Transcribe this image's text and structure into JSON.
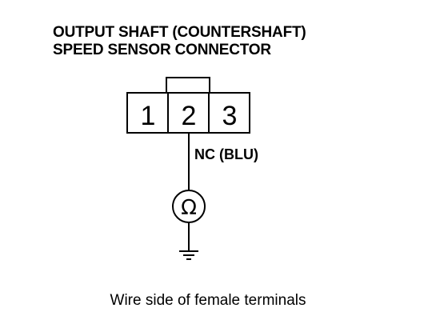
{
  "title": {
    "line1": "OUTPUT SHAFT (COUNTERSHAFT)",
    "line2": "SPEED SENSOR CONNECTOR"
  },
  "connector": {
    "pins": [
      "1",
      "2",
      "3"
    ]
  },
  "wire": {
    "label": "NC (BLU)"
  },
  "meter": {
    "symbol": "Ω"
  },
  "caption": "Wire side of female terminals"
}
